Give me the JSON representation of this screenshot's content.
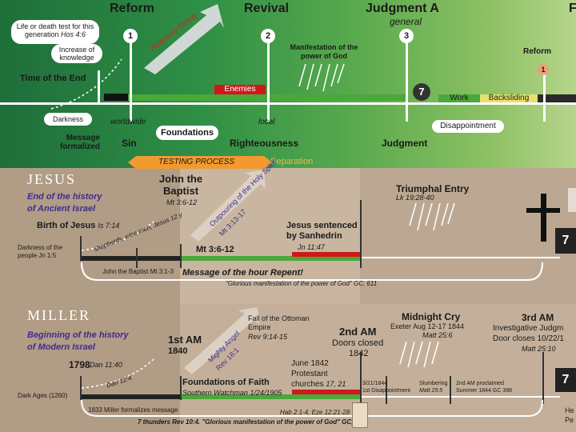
{
  "top": {
    "reform": "Reform",
    "revival": "Revival",
    "judgment_a": "Judgment A",
    "general": "general",
    "f_partial": "F",
    "life_or_death": "Life or death test for this generation",
    "hos": "Hos 4:6",
    "increase_knowledge": "Increase of knowledge",
    "time_of_end": "Time of the End",
    "heavenly_being": "Heavenly Being",
    "manifestation": "Manifestation of the power of God",
    "reform_right": "Reform",
    "enemies": "Enemies",
    "seven": "7",
    "work": "Work",
    "backsliding": "Backsliding",
    "darkness": "Darkness",
    "worldwide": "worldwide",
    "local": "local",
    "foundations": "Foundations",
    "disappointment": "Disappointment",
    "message_formalized": "Message formalized",
    "sin": "Sin",
    "righteousness": "Righteousness",
    "judgment": "Judgment",
    "testing_process": "TESTING PROCESS",
    "separation": "Separation",
    "markers": [
      "1",
      "2",
      "3",
      "1"
    ]
  },
  "jesus": {
    "name": "JESUS",
    "subtitle1": "End of the history",
    "subtitle2": "of Ancient Israel",
    "birth": "Birth of Jesus",
    "birth_ref": "Is 7:14",
    "john_title": "John the Baptist",
    "john_ref": "Mt 3:6-12",
    "outpouring": "Outpouring of the Holy Spirit",
    "outpouring_ref": "Mt 3:13-17",
    "shepherds": "shepherds, wise men, Jesus 12 y",
    "darkness_people": "Darkness of the people Jn 1:5",
    "mt_ref": "Mt 3:6-12",
    "sentenced": "Jesus sentenced by Sanhedrin",
    "sentenced_ref": "Jn 11:47",
    "triumphal": "Triumphal Entry",
    "triumphal_ref": "Lk 19:28-40",
    "baptist_ref": "John the Baptist Mt 3:1-3",
    "message_hour": "Message of the hour Repent!",
    "glorious": "\"Glorious manifestation of the power of God\" GC, 611",
    "seven": "7"
  },
  "miller": {
    "name": "MILLER",
    "subtitle1": "Beginning of the history",
    "subtitle2": "of Modern Israel",
    "year1798": "1798",
    "dan1140": "Dan 11:40",
    "first_am": "1st AM",
    "year1840": "1840",
    "mighty_angel": "Mighty Angel",
    "rev181": "Rev 18:1",
    "fall_ottoman": "Fall of the Ottoman Empire",
    "rev914": "Rev 9:14-15",
    "second_am": "2nd AM",
    "doors_closed": "Doors closed",
    "year1842": "1842",
    "midnight_cry": "Midnight Cry",
    "exeter": "Exeter Aug 12-17 1844",
    "matt256": "Matt 25:6",
    "third_am": "3rd AM",
    "investigative": "Investigative Judgm",
    "door_closes": "Door closes 10/22/1",
    "matt2510": "Matt 25:10",
    "dan124": "Dan 12:4",
    "dark_ages": "Dark Ages (1260)",
    "foundations_faith": "Foundations of Faith",
    "southern": "Southern Watchman 1/24/1905",
    "june1842": "June 1842",
    "protestant": "Protestant",
    "churches": "churches",
    "churches_ref": "17, 21",
    "first_disappointment_date": "3/21/1844",
    "first_disappointment": "1st Disappointment",
    "slumbering": "Slumbering",
    "slumbering_ref": "Matt 25:5",
    "second_am_proclaimed": "2nd AM proclaimed",
    "summer1844": "Summer 1844 GC 398",
    "formalizes": "1833 Miller formalizes message",
    "hab": "Hab 2:1-4, Eze 12:21-28",
    "seven_thunders": "7 thunders Rev 10:4. \"Glorious manifestation of the power of God\" GC, 611",
    "seven": "7",
    "he": "He",
    "pe": "Pe"
  },
  "colors": {
    "red": "#d0181a",
    "green_bar": "#4aa83a",
    "orange": "#f29a2e",
    "yellow": "#e7e06a"
  }
}
